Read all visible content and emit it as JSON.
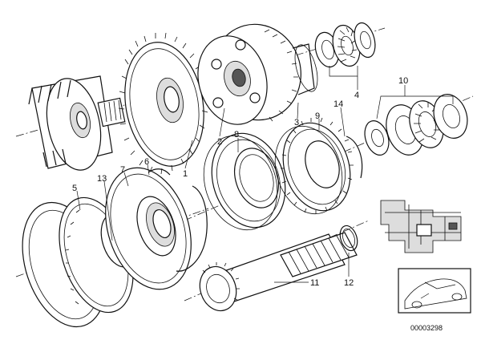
{
  "callouts": [
    {
      "id": "c1",
      "label": "1"
    },
    {
      "id": "c2",
      "label": "2"
    },
    {
      "id": "c3",
      "label": "3"
    },
    {
      "id": "c4",
      "label": "4"
    },
    {
      "id": "c5",
      "label": "5"
    },
    {
      "id": "c6",
      "label": "6"
    },
    {
      "id": "c7",
      "label": "7"
    },
    {
      "id": "c8",
      "label": "8"
    },
    {
      "id": "c9",
      "label": "9"
    },
    {
      "id": "c10",
      "label": "10"
    },
    {
      "id": "c11",
      "label": "11"
    },
    {
      "id": "c12",
      "label": "12"
    },
    {
      "id": "c13",
      "label": "13"
    },
    {
      "id": "c14",
      "label": "14"
    }
  ],
  "document_number": "00003298"
}
